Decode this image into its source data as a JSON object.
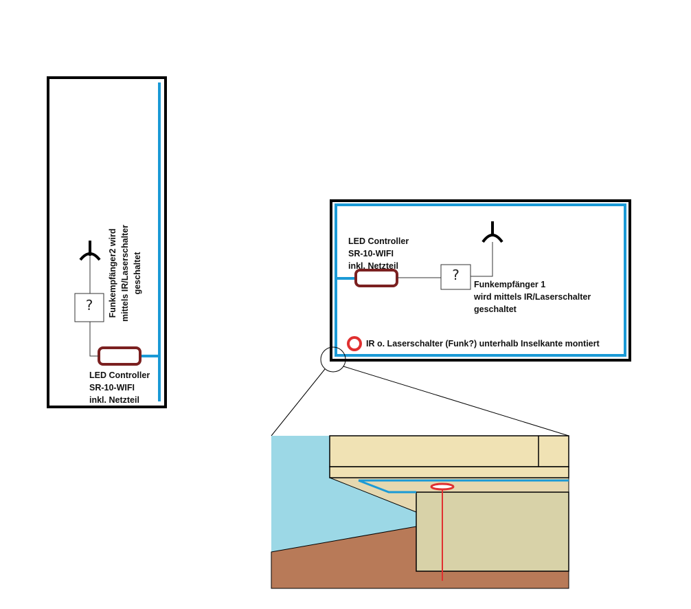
{
  "colors": {
    "cable_blue": "#1b9ad6",
    "controller_dark_red": "#7b2020",
    "switch_red": "#e03030",
    "frame_black": "#000000",
    "wall_blue": "#9cd8e6",
    "floor_brown": "#b87a58",
    "cabinet_light": "#f0e2b4",
    "cabinet_dark": "#d8d2a8",
    "cabinet_underside": "#e6d8b0"
  },
  "icons": [
    "antenna-icon",
    "receiver-box-icon",
    "led-controller-icon",
    "ir-switch-icon",
    "magnifier-circle-icon"
  ],
  "left_panel": {
    "receiver_symbol": "?",
    "receiver_label": [
      "Funkempfänger2 wird",
      "mittels IR/Laserschalter",
      "geschaltet"
    ],
    "controller_label": [
      "LED Controller",
      "SR-10-WIFI",
      "inkl. Netzteil"
    ]
  },
  "right_panel": {
    "receiver_symbol": "?",
    "controller_label": [
      "LED Controller",
      "SR-10-WIFI",
      "inkl. Netzteil"
    ],
    "receiver_label": [
      "Funkempfänger 1",
      "wird mittels IR/Laserschalter",
      "geschaltet"
    ],
    "legend_text": "IR o. Laserschalter (Funk?) unterhalb Inselkante montiert"
  }
}
